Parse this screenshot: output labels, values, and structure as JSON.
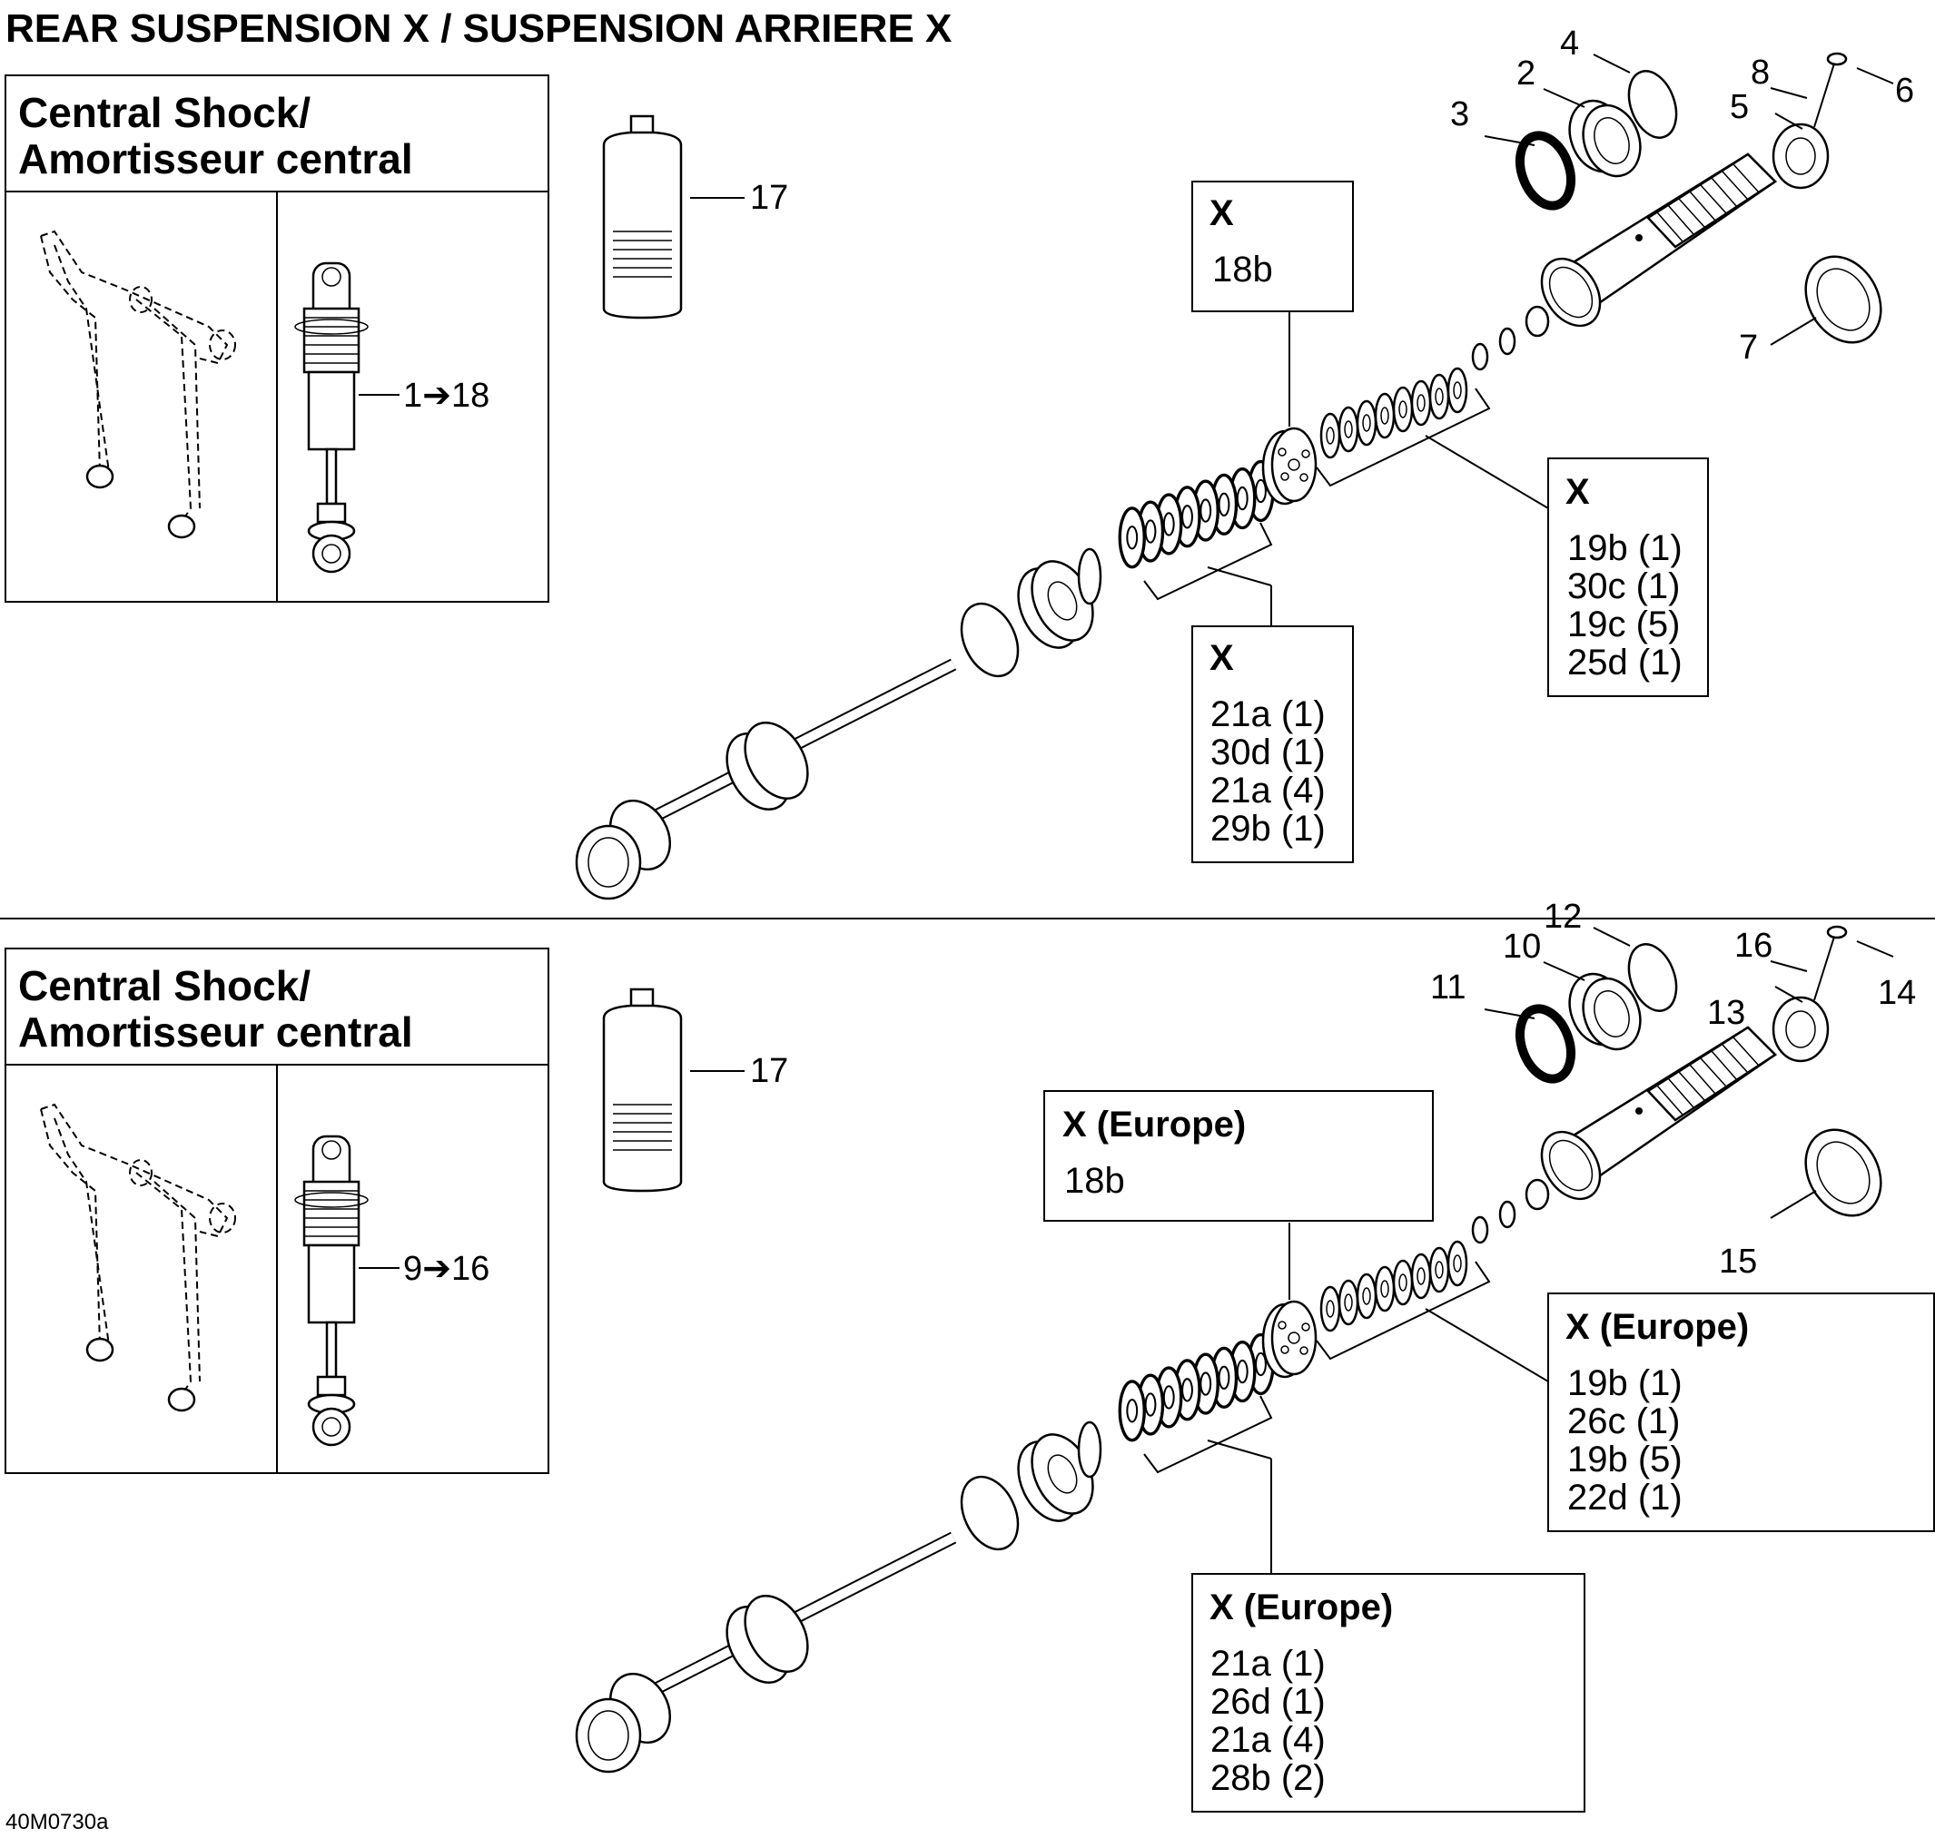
{
  "title": "REAR SUSPENSION X / SUSPENSION ARRIERE X",
  "figure_id": "40M0730a",
  "panels": [
    {
      "inset_title_line1": "Central Shock/",
      "inset_title_line2": "Amortisseur central",
      "inset_range": "1➔18",
      "bottle_callout": "17",
      "callouts": {
        "oring": "3",
        "seal": "2",
        "disc": "4",
        "screw": "8",
        "cap": "6",
        "bushing": "5",
        "nut": "7"
      },
      "box_top": {
        "title": "X",
        "items": [
          "18b"
        ]
      },
      "box_right": {
        "title": "X",
        "items": [
          "19b (1)",
          "30c (1)",
          "19c (5)",
          "25d (1)"
        ]
      },
      "box_bottom": {
        "title": "X",
        "items": [
          "21a (1)",
          "30d (1)",
          "21a (4)",
          "29b (1)"
        ]
      }
    },
    {
      "inset_title_line1": "Central Shock/",
      "inset_title_line2": "Amortisseur central",
      "inset_range": "9➔16",
      "bottle_callout": "17",
      "callouts": {
        "oring": "11",
        "seal": "10",
        "disc": "12",
        "screw": "16",
        "cap": "14",
        "bushing": "13",
        "nut": "15"
      },
      "box_top": {
        "title": "X (Europe)",
        "items": [
          "18b"
        ]
      },
      "box_right": {
        "title": "X (Europe)",
        "items": [
          "19b (1)",
          "26c (1)",
          "19b (5)",
          "22d (1)"
        ]
      },
      "box_bottom": {
        "title": "X (Europe)",
        "items": [
          "21a (1)",
          "26d (1)",
          "21a (4)",
          "28b (2)"
        ]
      }
    }
  ]
}
